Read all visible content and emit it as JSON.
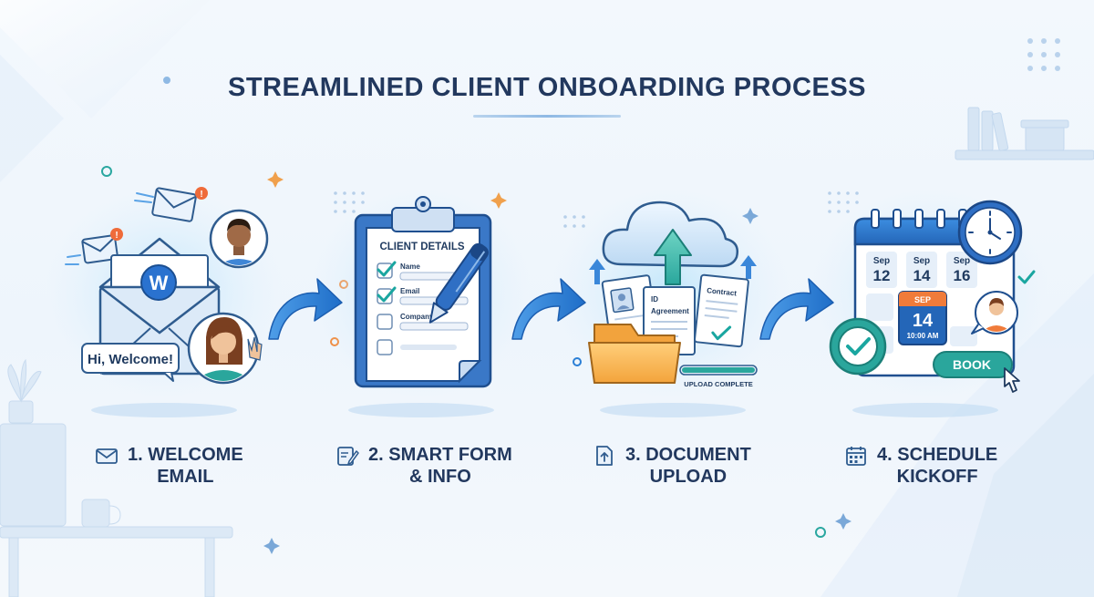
{
  "title": "STREAMLINED CLIENT ONBOARDING PROCESS",
  "steps": [
    {
      "line1": "1. WELCOME",
      "line2": "EMAIL",
      "icon": "envelope-icon"
    },
    {
      "line1": "2. SMART FORM",
      "line2": "& INFO",
      "icon": "form-edit-icon"
    },
    {
      "line1": "3. DOCUMENT",
      "line2": "UPLOAD",
      "icon": "file-upload-icon"
    },
    {
      "line1": "4. SCHEDULE",
      "line2": "KICKOFF",
      "icon": "calendar-icon"
    }
  ],
  "welcome": {
    "logo_letter": "W",
    "greeting": "Hi, Welcome!"
  },
  "form": {
    "heading": "CLIENT DETAILS",
    "fields": [
      "Name",
      "Email",
      "Company"
    ]
  },
  "upload": {
    "docs": [
      "ID",
      "Agreement",
      "Contract"
    ],
    "status": "UPLOAD COMPLETE",
    "progress": 1.0
  },
  "schedule": {
    "days": [
      {
        "month": "Sep",
        "day": "12"
      },
      {
        "month": "Sep",
        "day": "14"
      },
      {
        "month": "Sep",
        "day": "16"
      }
    ],
    "selected": {
      "month": "SEP",
      "day": "14",
      "time": "10:00 AM"
    },
    "book_label": "BOOK"
  },
  "colors": {
    "title": "#22385e",
    "accent": "#2b7fd6",
    "teal": "#1aa6a0",
    "orange": "#f08a3c",
    "background": "#f1f7fd"
  }
}
